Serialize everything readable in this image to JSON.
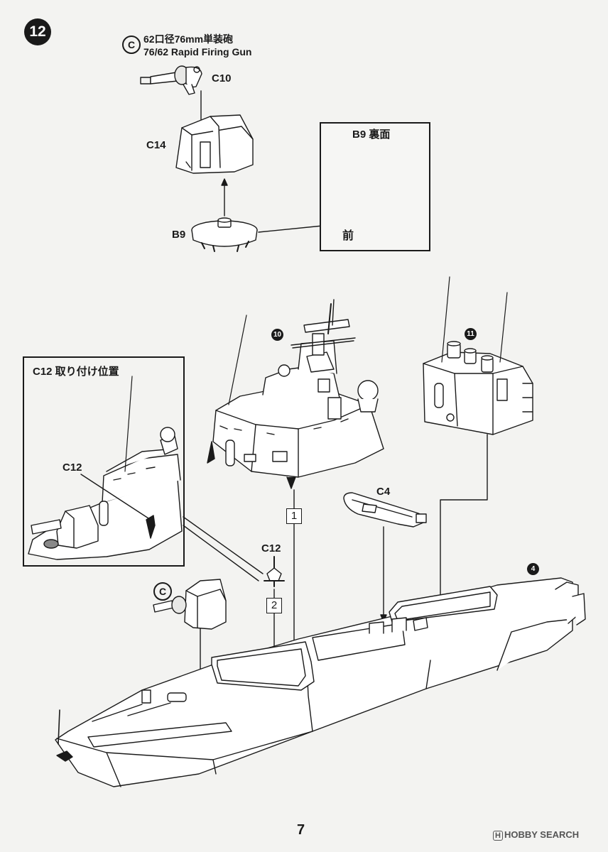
{
  "step": {
    "number": "12"
  },
  "gun_header": {
    "marker": "C",
    "title_jp": "62口径76mm単装砲",
    "title_en": "76/62 Rapid Firing Gun"
  },
  "parts": {
    "c10": "C10",
    "c14": "C14",
    "b9": "B9",
    "c4": "C4",
    "c12": "C12"
  },
  "b9_inset": {
    "title": "B9 裏面",
    "front_label": "前"
  },
  "c12_inset": {
    "title": "C12 取り付け位置",
    "part_label": "C12"
  },
  "sub_steps": {
    "s10": "10",
    "s11": "11",
    "s4": "4"
  },
  "sequence": {
    "first": "1",
    "second": "2"
  },
  "gun_marker_lower": "C",
  "page_number": "7",
  "watermark": {
    "logo": "H",
    "text": "HOBBY SEARCH"
  }
}
